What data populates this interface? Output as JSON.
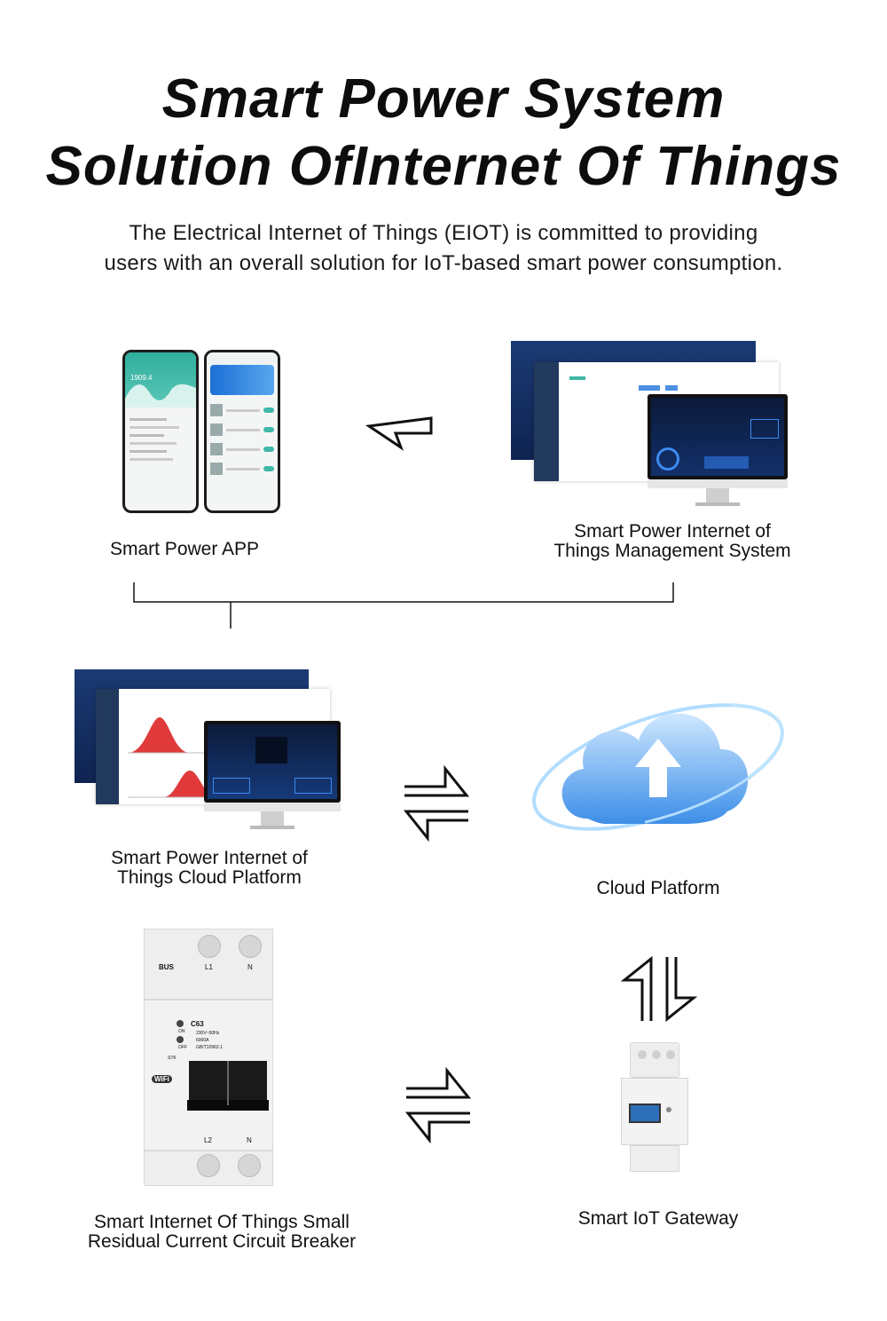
{
  "header": {
    "title_line1": "Smart Power System",
    "title_line2": "Solution OfInternet Of Things",
    "description_line1": "The Electrical Internet of Things (EIOT) is committed to providing",
    "description_line2": "users with an overall solution for IoT-based smart power consumption."
  },
  "nodes": {
    "app": {
      "label": "Smart Power APP"
    },
    "management": {
      "label_line1": "Smart Power Internet of",
      "label_line2": "Things Management System"
    },
    "cloud_platform_software": {
      "label_line1": "Smart Power Internet of",
      "label_line2": "Things Cloud Platform"
    },
    "cloud": {
      "label": "Cloud Platform"
    },
    "breaker": {
      "label_line1": "Smart Internet Of Things Small",
      "label_line2": "Residual Current Circuit Breaker",
      "marks": {
        "bus": "BUS",
        "l1": "L1",
        "n_top": "N",
        "model": "C63",
        "spec1": "230V~50Hz",
        "spec2": "6000A",
        "spec3": "GB/T10963.1",
        "wifi": "WiFi",
        "l2": "L2",
        "n_bottom": "N",
        "stk": "STK",
        "on": "ON",
        "off": "OFF"
      }
    },
    "gateway": {
      "label": "Smart IoT Gateway"
    }
  },
  "phone_screen": {
    "reading": "1909.4"
  },
  "colors": {
    "teal": "#3fb8a8",
    "dashboard_dark": "#0b1a3a",
    "cloud_blue": "#4aa3f0",
    "arrow_stroke": "#111111"
  }
}
